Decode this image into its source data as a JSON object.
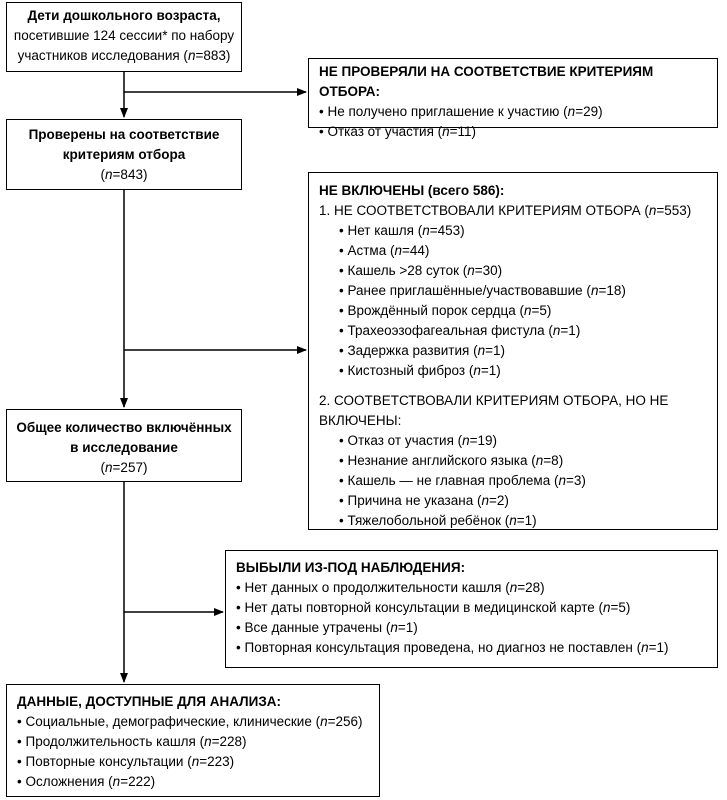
{
  "box1": {
    "line1": "Дети дошкольного возраста,",
    "line2": "посетившие 124 сессии* по набору",
    "line3_pre": "участников исследования (",
    "n_letter": "n",
    "line3_val": "=883)"
  },
  "box2": {
    "title": "НЕ ПРОВЕРЯЛИ НА СООТВЕТСТВИЕ КРИТЕРИЯМ ОТБОРА:",
    "items": [
      {
        "pre": "Не получено приглашение к участию (",
        "val": "=29)"
      },
      {
        "pre": "Отказ от участия (",
        "val": "=11)"
      }
    ]
  },
  "box3": {
    "line1": "Проверены на соответствие",
    "line2": "критериям отбора",
    "line3_pre": "(",
    "line3_val": "=843)"
  },
  "box4": {
    "title": "НЕ ВКЛЮЧЕНЫ (всего 586):",
    "section1": {
      "pre": "1. НЕ СООТВЕТСТВОВАЛИ КРИТЕРИЯМ ОТБОРА (",
      "val": "=553)"
    },
    "section1_items": [
      {
        "pre": "Нет кашля (",
        "val": "=453)"
      },
      {
        "pre": "Астма (",
        "val": "=44)"
      },
      {
        "pre": "Кашель >28 суток (",
        "val": "=30)"
      },
      {
        "pre": "Ранее приглашённые/участвовавшие (",
        "val": "=18)"
      },
      {
        "pre": "Врождённый порок сердца (",
        "val": "=5)"
      },
      {
        "pre": "Трахеоэзофагеальная фистула (",
        "val": "=1)"
      },
      {
        "pre": "Задержка развития (",
        "val": "=1)"
      },
      {
        "pre": "Кистозный фиброз (",
        "val": "=1)"
      }
    ],
    "section2": "2. СООТВЕТСТВОВАЛИ КРИТЕРИЯМ ОТБОРА, НО НЕ ВКЛЮЧЕНЫ:",
    "section2_items": [
      {
        "pre": "Отказ от участия (",
        "val": "=19)"
      },
      {
        "pre": "Незнание английского языка (",
        "val": "=8)"
      },
      {
        "pre": "Кашель — не главная проблема (",
        "val": "=3)"
      },
      {
        "pre": "Причина не указана (",
        "val": "=2)"
      },
      {
        "pre": "Тяжелобольной ребёнок (",
        "val": "=1)"
      }
    ]
  },
  "box5": {
    "line1": "Общее количество включённых",
    "line2": "в исследование",
    "line3_pre": "(",
    "line3_val": "=257)"
  },
  "box6": {
    "title": "ВЫБЫЛИ ИЗ-ПОД НАБЛЮДЕНИЯ:",
    "items": [
      {
        "pre": "Нет данных о продолжительности кашля (",
        "val": "=28)"
      },
      {
        "pre": "Нет даты повторной консультации в медицинской карте (",
        "val": "=5)"
      },
      {
        "pre": "Все данные утрачены (",
        "val": "=1)"
      },
      {
        "pre": "Повторная консультация проведена, но диагноз не поставлен (",
        "val": "=1)"
      }
    ]
  },
  "box7": {
    "title": "ДАННЫЕ, ДОСТУПНЫЕ ДЛЯ АНАЛИЗА:",
    "items": [
      {
        "pre": "Социальные, демографические, клинические (",
        "val": "=256)"
      },
      {
        "pre": "Продолжительность кашля (",
        "val": "=228)"
      },
      {
        "pre": "Повторные консультации (",
        "val": "=223)"
      },
      {
        "pre": "Осложнения (",
        "val": "=222)"
      }
    ]
  }
}
